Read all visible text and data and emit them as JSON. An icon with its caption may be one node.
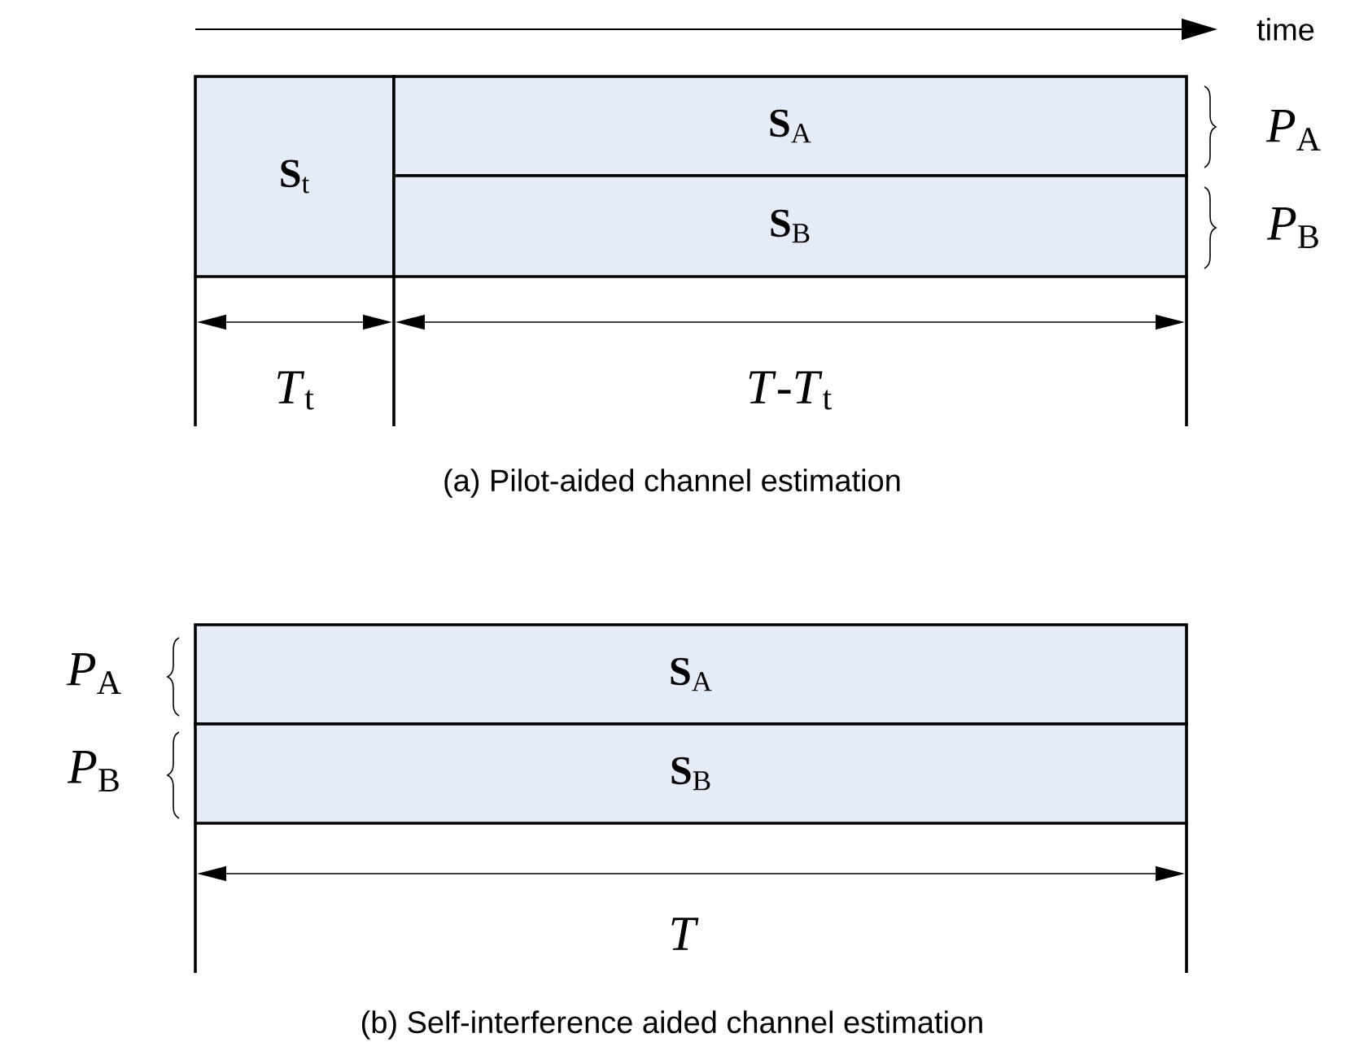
{
  "diagram": {
    "nodes": [
      {
        "text": [
          "**S**$_{t}$"
        ]
      },
      {
        "text": [
          "**S**$_{A}$"
        ]
      },
      {
        "text": [
          "**S**$_{B}$"
        ]
      },
      {
        "text": [
          "**S**$_{A}$"
        ]
      },
      {
        "text": [
          "**S**$_{B}$"
        ]
      }
    ],
    "labels": [
      "time",
      "*P*$_{A}$",
      "*P*$_{B}$",
      "*T*$_{t}$",
      "*T*-*T*$_{t}$",
      "(a) Pilot-aided channel estimation",
      "*P*$_{A}$",
      "*P*$_{B}$",
      "*T*",
      "(b) Self-interference aided channel estimation"
    ]
  }
}
